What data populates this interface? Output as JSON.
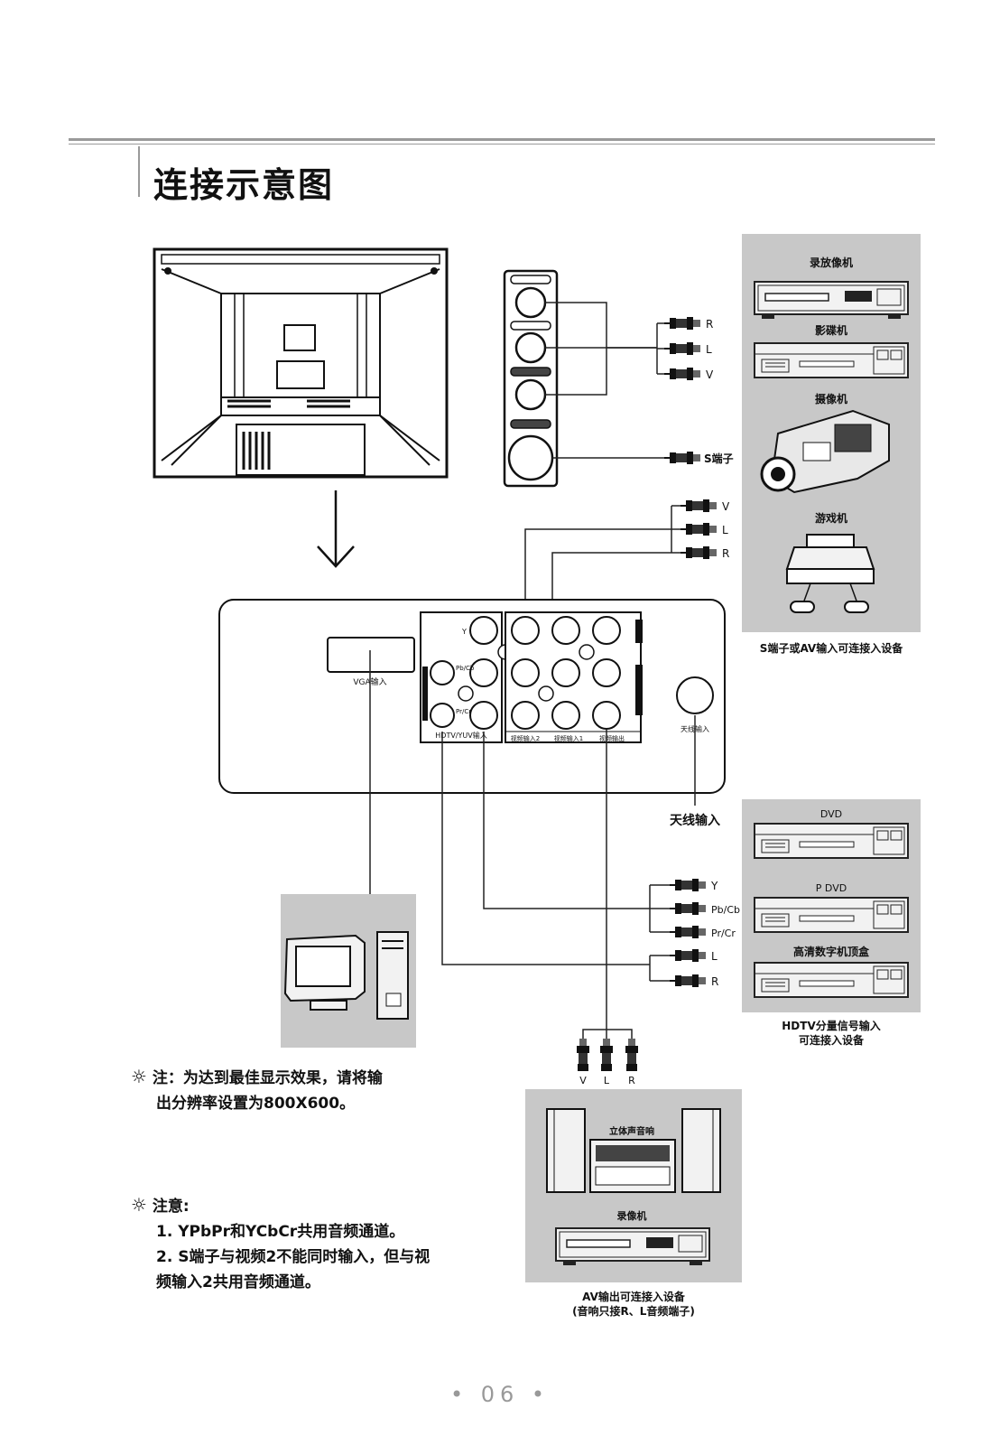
{
  "page": {
    "title": "连接示意图",
    "page_number": "• 06 •"
  },
  "side_panel": {
    "labels": [
      "录放像机",
      "影碟机",
      "摄像机",
      "游戏机"
    ],
    "caption": "S端子或AV输入可连接入设备"
  },
  "av_plugs": {
    "top": [
      "R",
      "L",
      "V"
    ],
    "s_terminal": "S端子",
    "mid": [
      "V",
      "L",
      "R"
    ]
  },
  "rear_panel": {
    "vga_label": "VGA输入",
    "hdtv_label": "HDTV/YUV输入",
    "jack_labels": [
      "Y",
      "Pb/Cb",
      "Pr/Cr"
    ],
    "section_labels": [
      "视频输入2",
      "视频输入1",
      "视频输出"
    ],
    "antenna_label": "天线输入",
    "antenna_caption": "天线输入"
  },
  "hdtv_devices": {
    "labels": [
      "DVD",
      "P DVD",
      "高清数字机顶盒"
    ],
    "plugs": [
      "Y",
      "Pb/Cb",
      "Pr/Cr",
      "L",
      "R"
    ],
    "caption_line1": "HDTV分量信号输入",
    "caption_line2": "可连接入设备"
  },
  "out_devices": {
    "plugs": [
      "V",
      "L",
      "R"
    ],
    "labels": [
      "立体声音响",
      "录像机"
    ],
    "caption_line1": "AV输出可连接入设备",
    "caption_line2": "(音响只接R、L音频端子)"
  },
  "notes": {
    "note1_line1": "注：为达到最佳显示效果，请将输",
    "note1_line2": "出分辨率设置为800X600。",
    "note2_title": "注意:",
    "note2_items": [
      "1. YPbPr和YCbCr共用音频通道。",
      "2. S端子与视频2不能同时输入，但与视",
      "频输入2共用音频通道。"
    ]
  }
}
